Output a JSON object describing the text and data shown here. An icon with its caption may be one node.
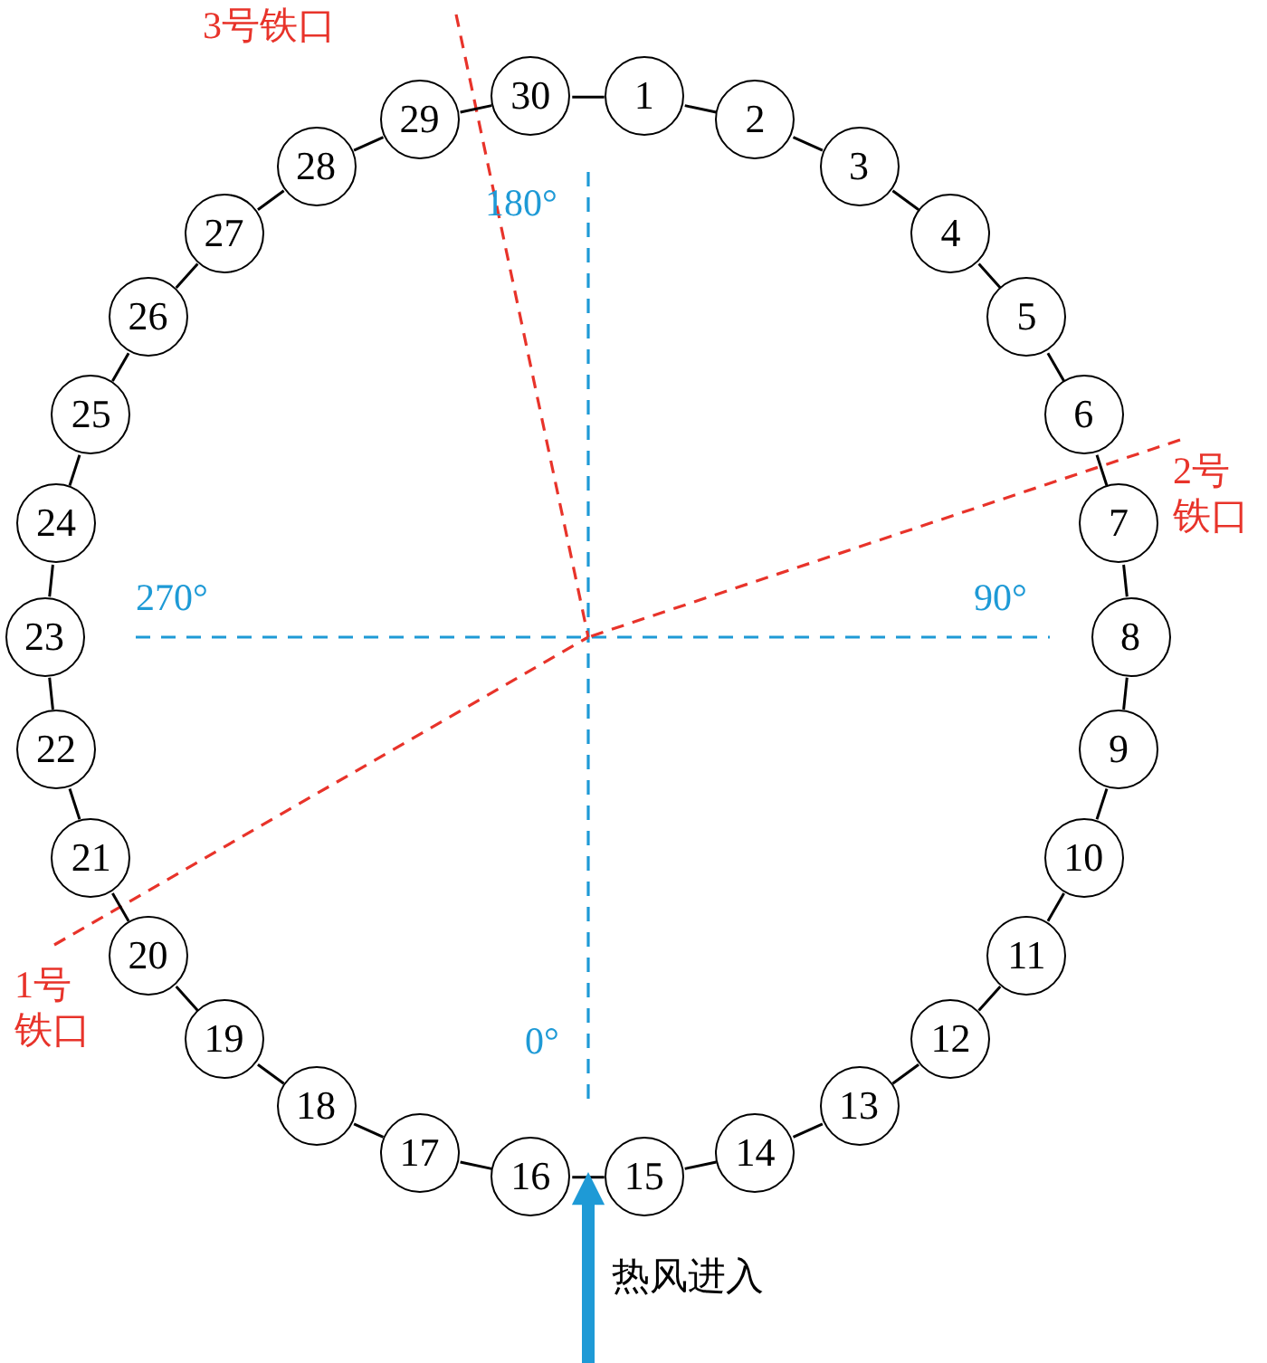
{
  "diagram": {
    "nodes": [
      {
        "text": [
          "1"
        ]
      },
      {
        "text": [
          "2"
        ]
      },
      {
        "text": [
          "3"
        ]
      },
      {
        "text": [
          "4"
        ]
      },
      {
        "text": [
          "5"
        ]
      },
      {
        "text": [
          "6"
        ]
      },
      {
        "text": [
          "7"
        ]
      },
      {
        "text": [
          "8"
        ]
      },
      {
        "text": [
          "9"
        ]
      },
      {
        "text": [
          "10"
        ]
      },
      {
        "text": [
          "11"
        ]
      },
      {
        "text": [
          "12"
        ]
      },
      {
        "text": [
          "13"
        ]
      },
      {
        "text": [
          "14"
        ]
      },
      {
        "text": [
          "15"
        ]
      },
      {
        "text": [
          "16"
        ]
      },
      {
        "text": [
          "17"
        ]
      },
      {
        "text": [
          "18"
        ]
      },
      {
        "text": [
          "19"
        ]
      },
      {
        "text": [
          "20"
        ]
      },
      {
        "text": [
          "21"
        ]
      },
      {
        "text": [
          "22"
        ]
      },
      {
        "text": [
          "23"
        ]
      },
      {
        "text": [
          "24"
        ]
      },
      {
        "text": [
          "25"
        ]
      },
      {
        "text": [
          "26"
        ]
      },
      {
        "text": [
          "27"
        ]
      },
      {
        "text": [
          "28"
        ]
      },
      {
        "text": [
          "29"
        ]
      },
      {
        "text": [
          "30"
        ]
      }
    ],
    "edges": [
      {
        "from": 0,
        "to": 1,
        "arrow": "none"
      },
      {
        "from": 1,
        "to": 2,
        "arrow": "none"
      },
      {
        "from": 2,
        "to": 3,
        "arrow": "none"
      },
      {
        "from": 3,
        "to": 4,
        "arrow": "none"
      },
      {
        "from": 4,
        "to": 5,
        "arrow": "none"
      },
      {
        "from": 5,
        "to": 6,
        "arrow": "none"
      },
      {
        "from": 6,
        "to": 7,
        "arrow": "none"
      },
      {
        "from": 7,
        "to": 8,
        "arrow": "none"
      },
      {
        "from": 8,
        "to": 9,
        "arrow": "none"
      },
      {
        "from": 9,
        "to": 10,
        "arrow": "none"
      },
      {
        "from": 10,
        "to": 11,
        "arrow": "none"
      },
      {
        "from": 11,
        "to": 12,
        "arrow": "none"
      },
      {
        "from": 12,
        "to": 13,
        "arrow": "none"
      },
      {
        "from": 13,
        "to": 14,
        "arrow": "none"
      },
      {
        "from": 14,
        "to": 15,
        "arrow": "none"
      },
      {
        "from": 15,
        "to": 16,
        "arrow": "none"
      },
      {
        "from": 16,
        "to": 17,
        "arrow": "none"
      },
      {
        "from": 17,
        "to": 18,
        "arrow": "none"
      },
      {
        "from": 18,
        "to": 19,
        "arrow": "none"
      },
      {
        "from": 19,
        "to": 20,
        "arrow": "none"
      },
      {
        "from": 20,
        "to": 21,
        "arrow": "none"
      },
      {
        "from": 21,
        "to": 22,
        "arrow": "none"
      },
      {
        "from": 22,
        "to": 23,
        "arrow": "none"
      },
      {
        "from": 23,
        "to": 24,
        "arrow": "none"
      },
      {
        "from": 24,
        "to": 25,
        "arrow": "none"
      },
      {
        "from": 25,
        "to": 26,
        "arrow": "none"
      },
      {
        "from": 26,
        "to": 27,
        "arrow": "none"
      },
      {
        "from": 27,
        "to": 28,
        "arrow": "none"
      },
      {
        "from": 28,
        "to": 29,
        "arrow": "none"
      },
      {
        "from": 29,
        "to": 0,
        "arrow": "none"
      }
    ],
    "labels": [
      "3号铁口",
      "180°",
      "2号铁口",
      "270°",
      "90°",
      "1号铁口",
      "0°",
      "热风进入"
    ]
  }
}
